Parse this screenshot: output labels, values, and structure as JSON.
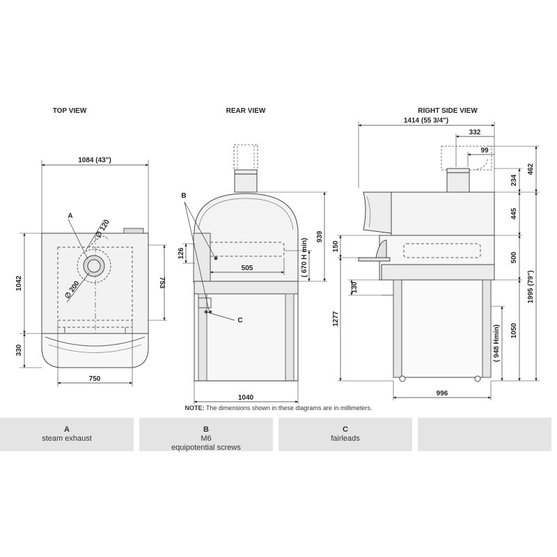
{
  "views": {
    "top": "TOP VIEW",
    "rear": "REAR VIEW",
    "side": "RIGHT SIDE VIEW"
  },
  "dimensions": {
    "top_width": "1084 (43\")",
    "top_depth": "1042",
    "top_front": "330",
    "top_inner": "750",
    "top_side": "753",
    "top_dia_small": "∅ 120",
    "top_dia_large": "∅ 200",
    "rear_939": "939",
    "rear_670": "( 670 H min)",
    "rear_126": "126",
    "rear_505": "505",
    "rear_1040": "1040",
    "side_1414": "1414 (55 3/4\")",
    "side_332": "332",
    "side_99": "99",
    "side_462": "462",
    "side_234": "234",
    "side_445": "445",
    "side_150": "150",
    "side_500": "500",
    "side_1995": "1995 (79\")",
    "side_130": "130",
    "side_1277": "1277",
    "side_948": "( 948 Hmin)",
    "side_1050": "1050",
    "side_996": "996"
  },
  "callouts": {
    "a": "A",
    "b": "B",
    "c": "C"
  },
  "note": {
    "label": "NOTE:",
    "text": " The dimensions shown in these diagrams are in millimeters."
  },
  "legend": [
    {
      "letter": "A",
      "line1": "steam exhaust",
      "line2": ""
    },
    {
      "letter": "B",
      "line1": "M6",
      "line2": "equipotential screws"
    },
    {
      "letter": "C",
      "line1": "fairleads",
      "line2": ""
    },
    {
      "letter": "",
      "line1": "",
      "line2": ""
    }
  ]
}
